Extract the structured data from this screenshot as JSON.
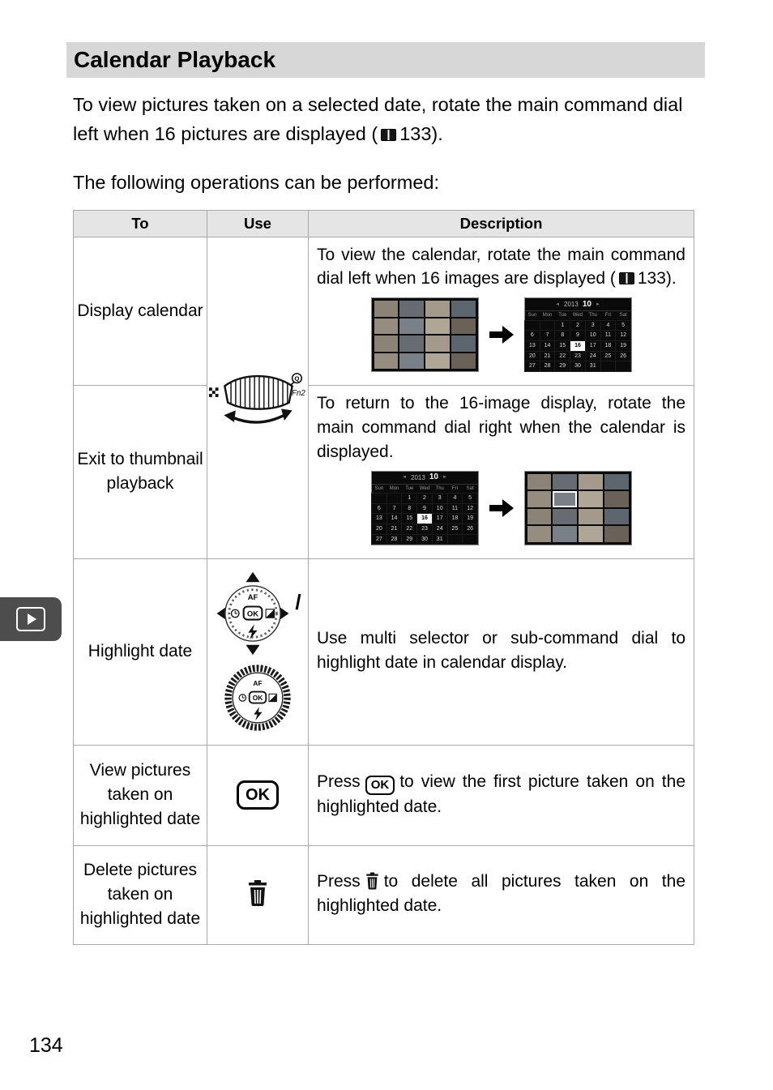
{
  "page": {
    "title": "Calendar Playback",
    "number": "134",
    "intro_pre": "To view pictures taken on a selected date, rotate the main command dial left when 16 pictures are displayed (",
    "intro_post": "133).",
    "intro2": "The following operations can be performed:"
  },
  "table": {
    "headers": [
      "To",
      "Use",
      "Description"
    ],
    "rows": {
      "display_calendar": {
        "to": "Display calendar",
        "desc_pre": "To view the calendar, rotate the main command dial left when 16 images are displayed (",
        "desc_post": "133)."
      },
      "exit_thumbnail": {
        "to": "Exit to thumbnail playback",
        "desc": "To return to the 16-image display, rotate the main command dial right when the calendar is displayed."
      },
      "highlight_date": {
        "to": "Highlight date",
        "slash": "/",
        "desc": "Use multi selector or sub-command dial to highlight date in calendar display."
      },
      "view_pictures": {
        "to": "View pictures taken on highlighted date",
        "desc_pre": "Press",
        "desc_post": "to view the first picture taken on the highlighted date."
      },
      "delete_pictures": {
        "to": "Delete pictures taken on highlighted date",
        "desc_pre": "Press",
        "desc_post": "to delete all pictures taken on the highlighted date."
      }
    }
  },
  "icons": {
    "dial": {
      "q": "Q",
      "fn2": "Fn2"
    },
    "selector": {
      "af": "AF",
      "ok": "OK"
    },
    "subdial": {
      "af": "AF",
      "ok": "OK"
    },
    "ok_button": "OK"
  },
  "mini_calendar": {
    "year": "2013",
    "month": "10",
    "nav_left": "◄",
    "nav_right": "►",
    "days": [
      "Sun",
      "Mon",
      "Tue",
      "Wed",
      "Thu",
      "Fri",
      "Sat"
    ],
    "cells": [
      "",
      "",
      "1",
      "2",
      "3",
      "4",
      "5",
      "6",
      "7",
      "8",
      "9",
      "10",
      "11",
      "12",
      "13",
      "14",
      "15",
      "16",
      "17",
      "18",
      "19",
      "20",
      "21",
      "22",
      "23",
      "24",
      "25",
      "26",
      "27",
      "28",
      "29",
      "30",
      "31",
      "",
      ""
    ],
    "highlight": "16"
  },
  "colors": {
    "title_bar": "#d7d7d7",
    "table_header": "#e5e5e5",
    "border": "#a9a9a9",
    "tab": "#4d4d4d"
  }
}
